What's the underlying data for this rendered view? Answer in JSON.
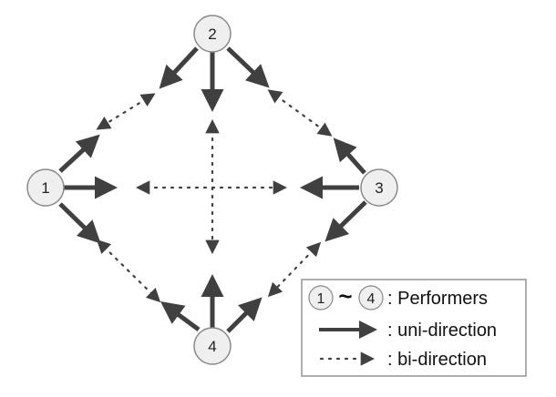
{
  "performers": [
    {
      "id": "1",
      "label": "1"
    },
    {
      "id": "2",
      "label": "2"
    },
    {
      "id": "3",
      "label": "3"
    },
    {
      "id": "4",
      "label": "4"
    }
  ],
  "legend": {
    "range_start": "1",
    "range_sep": "~",
    "range_end": "4",
    "performers_label": ": Performers",
    "uni_label": ": uni-direction",
    "bi_label": ": bi-direction"
  },
  "colors": {
    "arrow": "#404040",
    "node_fill": "#efefef",
    "node_stroke": "#8a8a8a",
    "legend_border": "#7a7a7a"
  }
}
